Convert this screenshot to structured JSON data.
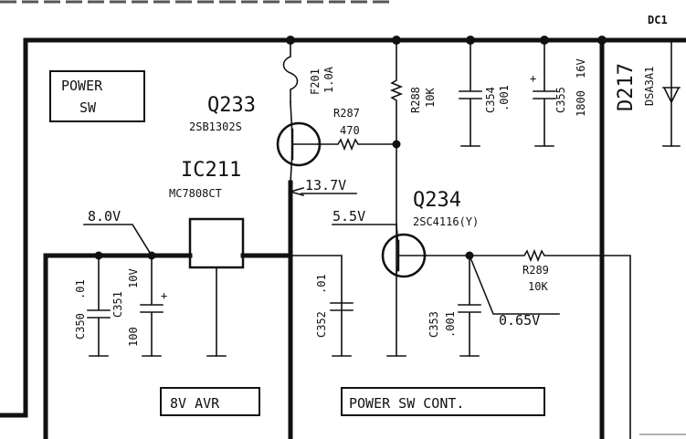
{
  "labels": {
    "top_right_net": "DC1",
    "power_sw_line1": "POWER",
    "power_sw_line2": "SW",
    "q233_name": "Q233",
    "q233_part": "2SB1302S",
    "f201_name": "F201",
    "f201_value": "1.0A",
    "r287_name": "R287",
    "r287_value": "470",
    "r288_name": "R288",
    "r288_value": "10K",
    "c354_name": "C354",
    "c354_value": ".001",
    "c355_name": "C355",
    "c355_value": "1800",
    "c355_voltage": "16V",
    "d217_name": "D217",
    "d217_part": "DSA3A1",
    "ic211_name": "IC211",
    "ic211_part": "MC7808CT",
    "v_13_7": "13.7V",
    "v_8_0": "8.0V",
    "v_5_5": "5.5V",
    "q234_name": "Q234",
    "q234_part": "2SC4116(Y)",
    "r289_name": "R289",
    "r289_value": "10K",
    "v_0_65": "0.65V",
    "c350_name": "C350",
    "c350_value": ".01",
    "c351_name": "C351",
    "c351_value": "100",
    "c351_voltage": "10V",
    "c352_name": "C352",
    "c352_value": ".01",
    "c353_name": "C353",
    "c353_value": ".001",
    "avr_box": "8V AVR",
    "power_sw_cont_box": "POWER SW CONT."
  }
}
